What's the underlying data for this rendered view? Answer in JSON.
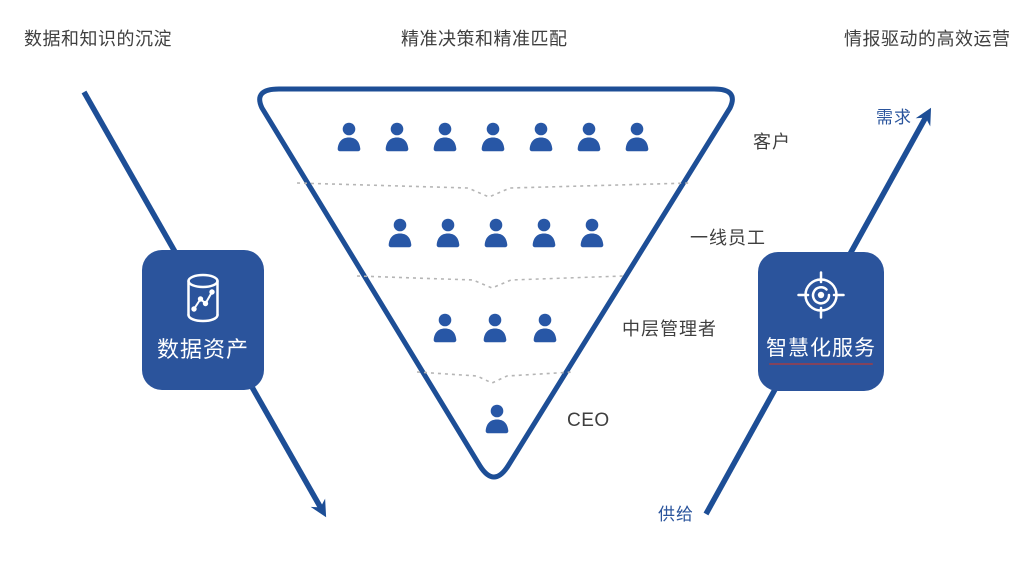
{
  "titles": {
    "left": "数据和知识的沉淀",
    "center": "精准决策和精准匹配",
    "right": "情报驱动的高效运营"
  },
  "funnel": {
    "rows": [
      {
        "label": "客户",
        "count": 7
      },
      {
        "label": "一线员工",
        "count": 5
      },
      {
        "label": "中层管理者",
        "count": 3
      },
      {
        "label": "CEO",
        "count": 1
      }
    ]
  },
  "cards": {
    "left": {
      "label": "数据资产",
      "icon": "database-chart-icon"
    },
    "right": {
      "label": "智慧化服务",
      "icon": "target-icon"
    }
  },
  "flow": {
    "demand_label": "需求",
    "supply_label": "供给"
  },
  "colors": {
    "accent_blue": "#1d4e96",
    "card_blue": "#2b549c",
    "person_blue": "#2857a6",
    "label_gray": "#3f3f3f",
    "separator_gray": "#b5b5b5",
    "flow_label_blue": "#2a549c",
    "underline_red": "#b23b3b",
    "background": "#ffffff"
  }
}
